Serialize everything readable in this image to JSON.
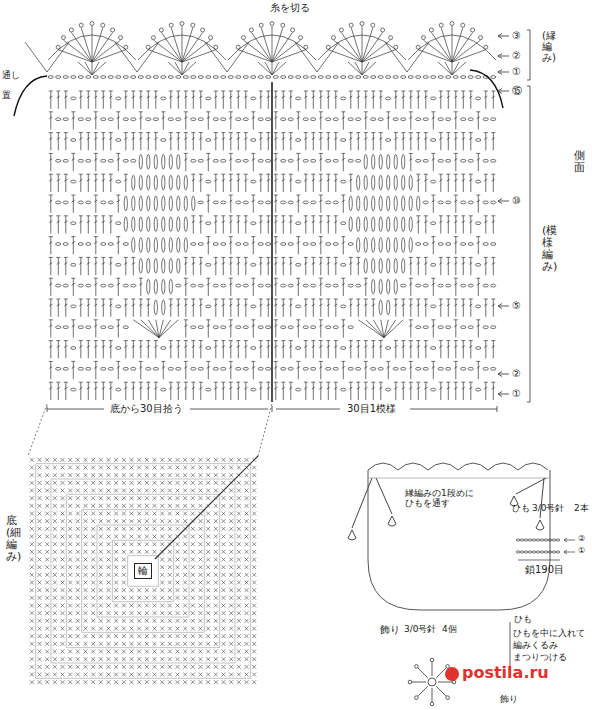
{
  "diagram": {
    "nodes": [
      {
        "text": [
          "輪"
        ]
      }
    ],
    "labels": [
      "糸を切る",
      "③",
      "②",
      "①",
      "(縁編み)",
      "通し",
      "置",
      "⑮",
      "側面",
      "⑩",
      "(模様編み)",
      "⑤",
      "②",
      "①",
      "底から30目拾う",
      "30目1模様",
      "底(細編み)",
      "縁編みの1段めに ひもを通す",
      "ひも",
      "3/0号針",
      "2本",
      "②",
      "①",
      "鎖190目",
      "飾り",
      "3/0号針",
      "4個",
      "ひも",
      "ひもを中に入れて",
      "編みくるみ",
      "まつりつける",
      "飾り",
      "postila.ru"
    ]
  }
}
